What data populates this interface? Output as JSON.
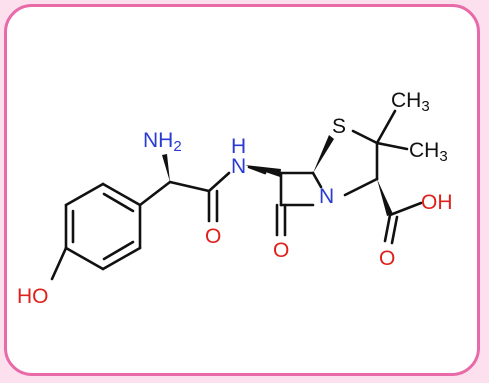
{
  "colors": {
    "background": "#fde0ee",
    "frame_border": "#e86aa8",
    "panel": "#ffffff",
    "bond": "#111111",
    "nitrogen": "#2a3bd4",
    "oxygen": "#e0201b",
    "sulfur": "#111111",
    "carbon": "#111111"
  },
  "molecule": {
    "labels": {
      "amine_N": "NH",
      "amine_sub": "2",
      "amide_N": "H",
      "amide_N_letter": "N",
      "amide_O": "O",
      "lactam_O": "O",
      "ring_N": "N",
      "sulfur": "S",
      "methyl_1": "CH",
      "methyl_1_sub": "3",
      "methyl_2": "CH",
      "methyl_2_sub": "3",
      "acid_O": "O",
      "acid_OH": "OH",
      "phenol_OH": "HO"
    }
  }
}
